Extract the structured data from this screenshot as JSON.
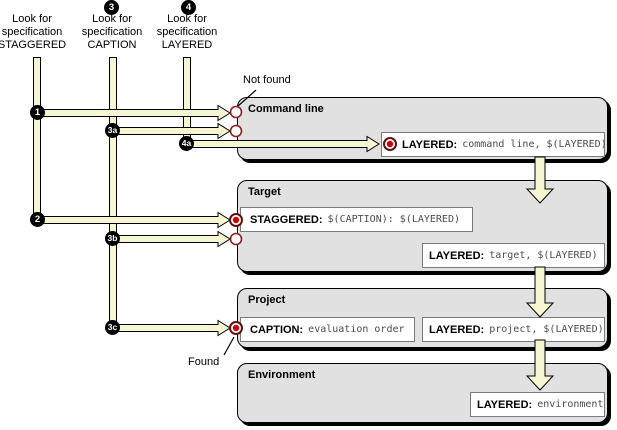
{
  "colors": {
    "accent_yellow": "#f6f6d2",
    "panel_gray": "#e1e1e1",
    "found_red": "#cc0000",
    "ring_red": "#8f1d1d"
  },
  "lookups": [
    {
      "lines": [
        "Look for",
        "specification",
        "STAGGERED"
      ]
    },
    {
      "badge": "3",
      "lines": [
        "Look for",
        "specification",
        "CAPTION"
      ]
    },
    {
      "badge": "4",
      "lines": [
        "Look for",
        "specification",
        "LAYERED"
      ]
    }
  ],
  "badges": {
    "s1": "1",
    "s2": "2",
    "s3a": "3a",
    "s3b": "3b",
    "s3c": "3c",
    "s4a": "4a"
  },
  "annotations": {
    "not_found": "Not found",
    "found": "Found"
  },
  "panels": [
    {
      "title": "Command line",
      "boxes": [
        {
          "label": "LAYERED:",
          "value": "command line, $(LAYERED)"
        }
      ]
    },
    {
      "title": "Target",
      "boxes": [
        {
          "label": "STAGGERED:",
          "value": "$(CAPTION): $(LAYERED)"
        },
        {
          "label": "LAYERED:",
          "value": "target, $(LAYERED)"
        }
      ]
    },
    {
      "title": "Project",
      "boxes": [
        {
          "label": "CAPTION:",
          "value": "evaluation order"
        },
        {
          "label": "LAYERED:",
          "value": "project, $(LAYERED)"
        }
      ]
    },
    {
      "title": "Environment",
      "boxes": [
        {
          "label": "LAYERED:",
          "value": "environment"
        }
      ]
    }
  ]
}
